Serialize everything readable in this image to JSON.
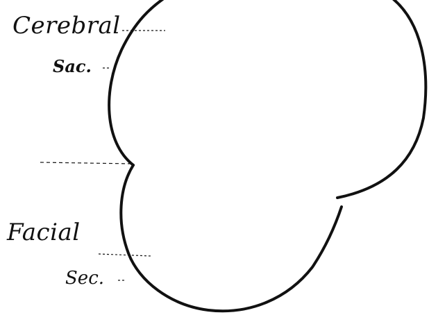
{
  "labels": {
    "cerebral": "Cerebral",
    "cerebral_sac": "Sac.",
    "facial": "Facial",
    "facial_sac": "Sec."
  },
  "colors": {
    "ink": "#111111",
    "paper": "#ffffff"
  }
}
